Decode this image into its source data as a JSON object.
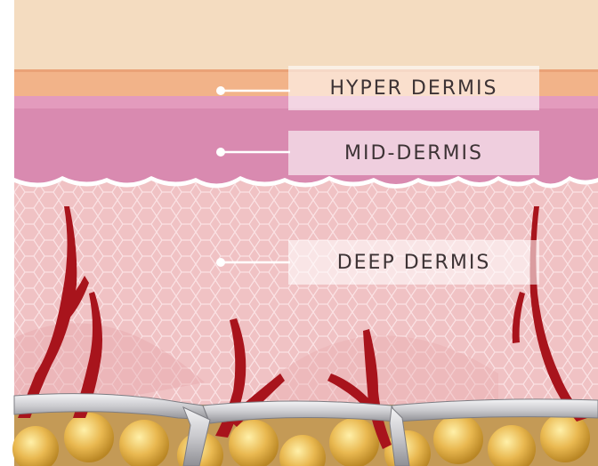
{
  "labels": {
    "hyper": "HYPER DERMIS",
    "mid": "MID-DERMIS",
    "deep": "DEEP DERMIS"
  },
  "colors": {
    "hyper_top": "#f4dcc0",
    "hyper_band": "#f2b389",
    "mid_dermis": "#d98ab0",
    "deep_dermis": "#f0c2c4",
    "vessel": "#a8141c",
    "fat": "#e6b24e",
    "fiber": "#c9c9cc"
  }
}
